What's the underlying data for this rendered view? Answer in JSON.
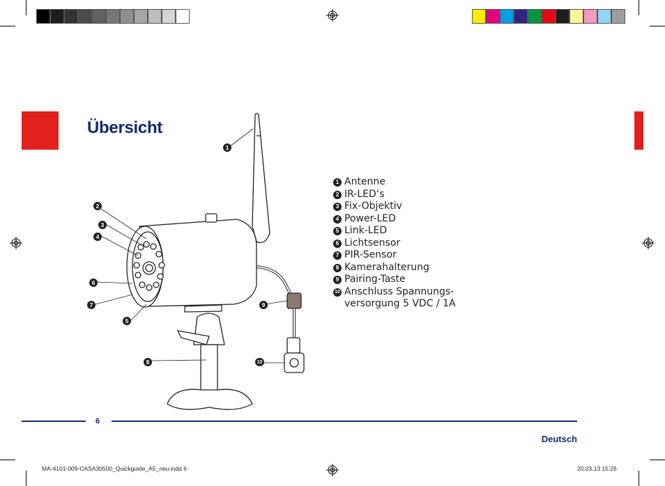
{
  "page": {
    "title": "Übersicht",
    "page_number": "6",
    "language": "Deutsch"
  },
  "colors": {
    "accent_blue": "#14286e",
    "accent_red": "#e2211c",
    "gray_bar": [
      "#000000",
      "#1d1d1b",
      "#333333",
      "#4a4a4a",
      "#616161",
      "#787878",
      "#8f8f8f",
      "#a6a6a6",
      "#bdbdbd",
      "#d4d4d4",
      "#ffffff"
    ],
    "color_bar": [
      "#ffed00",
      "#e6007e",
      "#009fe3",
      "#312783",
      "#009640",
      "#e30613",
      "#1d1d1b",
      "#fff59b",
      "#f49ac1",
      "#8fd3f5",
      "#9d9d9c"
    ]
  },
  "legend": [
    {
      "n": "1",
      "label": "Antenne"
    },
    {
      "n": "2",
      "label": "IR-LED‘s"
    },
    {
      "n": "3",
      "label": "Fix-Objektiv"
    },
    {
      "n": "4",
      "label": "Power-LED"
    },
    {
      "n": "5",
      "label": "Link-LED"
    },
    {
      "n": "6",
      "label": "Lichtsensor"
    },
    {
      "n": "7",
      "label": "PIR-Sensor"
    },
    {
      "n": "8",
      "label": "Kamerahalterung"
    },
    {
      "n": "9",
      "label": "Pairing-Taste"
    },
    {
      "n": "10",
      "label": "Anschluss Spannungs-",
      "label2": "versorgung 5 VDC / 1A"
    }
  ],
  "callouts": [
    "1",
    "2",
    "3",
    "4",
    "5",
    "6",
    "7",
    "8",
    "9",
    "10"
  ],
  "slug": {
    "file": "MA-4101-009-CASA30500_Quickguide_A5_neu.indd   6",
    "date": "20.03.13   15:26"
  }
}
